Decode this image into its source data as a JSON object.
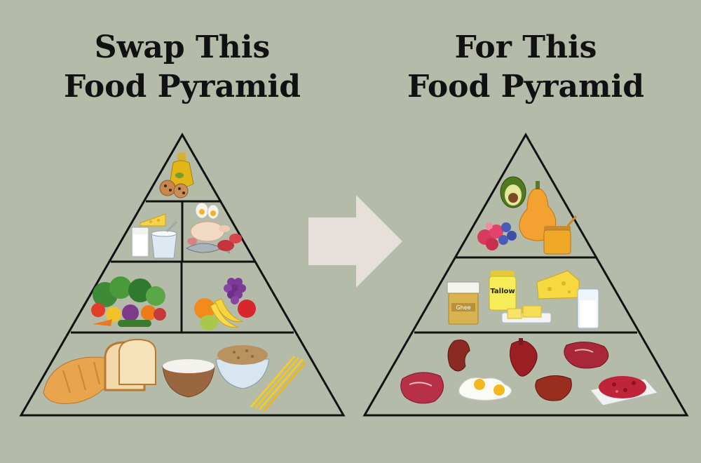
{
  "left_pyramid": {
    "title_line1": "Swap This",
    "title_line2": "Food Pyramid",
    "tiers": [
      {
        "tier": "top",
        "foods": [
          "olive-oil",
          "cookies"
        ]
      },
      {
        "tier": "upper-middle",
        "foods": [
          "cheese",
          "milk",
          "yogurt",
          "eggs",
          "poultry",
          "fish",
          "meat"
        ]
      },
      {
        "tier": "lower-middle",
        "foods": [
          "vegetables",
          "fruits"
        ]
      },
      {
        "tier": "base",
        "foods": [
          "bread",
          "rice",
          "oats",
          "pasta"
        ]
      }
    ]
  },
  "right_pyramid": {
    "title_line1": "For This",
    "title_line2": "Food Pyramid",
    "tiers": [
      {
        "tier": "top",
        "foods": [
          "avocado",
          "squash",
          "berries",
          "honey"
        ]
      },
      {
        "tier": "middle",
        "foods": [
          "ghee",
          "tallow",
          "butter",
          "cheese",
          "milk"
        ]
      },
      {
        "tier": "base",
        "foods": [
          "kidney",
          "heart",
          "steak",
          "eggs",
          "liver",
          "ground-beef",
          "red-meat"
        ]
      }
    ],
    "labels": {
      "tallow": "Tallow",
      "ghee": "Ghee"
    }
  },
  "arrow": {
    "color": "#e6dfda",
    "icon": "right-arrow-icon"
  },
  "colors": {
    "background": "#b5bba9",
    "outline": "#111111"
  }
}
